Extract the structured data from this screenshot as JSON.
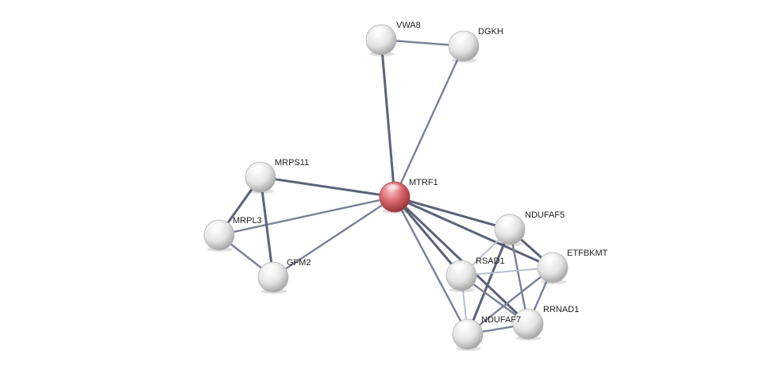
{
  "network": {
    "colors": {
      "edge": "#7a8096",
      "edge_strong": "#5c6278",
      "edge_light": "#b9bfd1",
      "node_default": "#e6e6e6",
      "node_query": "#d9646b"
    },
    "nodes": [
      {
        "id": "MTRF1",
        "label": "MTRF1",
        "query": true
      },
      {
        "id": "VWA8",
        "label": "VWA8"
      },
      {
        "id": "DGKH",
        "label": "DGKH"
      },
      {
        "id": "MRPS11",
        "label": "MRPS11"
      },
      {
        "id": "MRPL3",
        "label": "MRPL3"
      },
      {
        "id": "GFM2",
        "label": "GFM2"
      },
      {
        "id": "NDUFAF5",
        "label": "NDUFAF5"
      },
      {
        "id": "ETFBKMT",
        "label": "ETFBKMT"
      },
      {
        "id": "RSAD1",
        "label": "RSAD1"
      },
      {
        "id": "RRNAD1",
        "label": "RRNAD1"
      },
      {
        "id": "NDUFAF7",
        "label": "NDUFAF7"
      }
    ],
    "edges": [
      {
        "source": "MTRF1",
        "target": "VWA8",
        "weight": "strong"
      },
      {
        "source": "MTRF1",
        "target": "DGKH",
        "weight": "normal"
      },
      {
        "source": "VWA8",
        "target": "DGKH",
        "weight": "normal"
      },
      {
        "source": "MTRF1",
        "target": "MRPS11",
        "weight": "strong"
      },
      {
        "source": "MTRF1",
        "target": "MRPL3",
        "weight": "normal"
      },
      {
        "source": "MTRF1",
        "target": "GFM2",
        "weight": "normal"
      },
      {
        "source": "MRPS11",
        "target": "MRPL3",
        "weight": "strong"
      },
      {
        "source": "MRPS11",
        "target": "GFM2",
        "weight": "strong"
      },
      {
        "source": "MRPL3",
        "target": "GFM2",
        "weight": "normal"
      },
      {
        "source": "MTRF1",
        "target": "NDUFAF5",
        "weight": "strong"
      },
      {
        "source": "MTRF1",
        "target": "ETFBKMT",
        "weight": "strong"
      },
      {
        "source": "MTRF1",
        "target": "RSAD1",
        "weight": "strong"
      },
      {
        "source": "MTRF1",
        "target": "RRNAD1",
        "weight": "strong"
      },
      {
        "source": "MTRF1",
        "target": "NDUFAF7",
        "weight": "normal"
      },
      {
        "source": "NDUFAF5",
        "target": "ETFBKMT",
        "weight": "strong"
      },
      {
        "source": "NDUFAF5",
        "target": "RSAD1",
        "weight": "light"
      },
      {
        "source": "NDUFAF5",
        "target": "NDUFAF7",
        "weight": "strong"
      },
      {
        "source": "NDUFAF5",
        "target": "RRNAD1",
        "weight": "normal"
      },
      {
        "source": "ETFBKMT",
        "target": "RSAD1",
        "weight": "light"
      },
      {
        "source": "ETFBKMT",
        "target": "NDUFAF7",
        "weight": "normal"
      },
      {
        "source": "ETFBKMT",
        "target": "RRNAD1",
        "weight": "normal"
      },
      {
        "source": "RSAD1",
        "target": "NDUFAF7",
        "weight": "light"
      },
      {
        "source": "RSAD1",
        "target": "RRNAD1",
        "weight": "normal"
      },
      {
        "source": "NDUFAF7",
        "target": "RRNAD1",
        "weight": "normal"
      }
    ]
  }
}
